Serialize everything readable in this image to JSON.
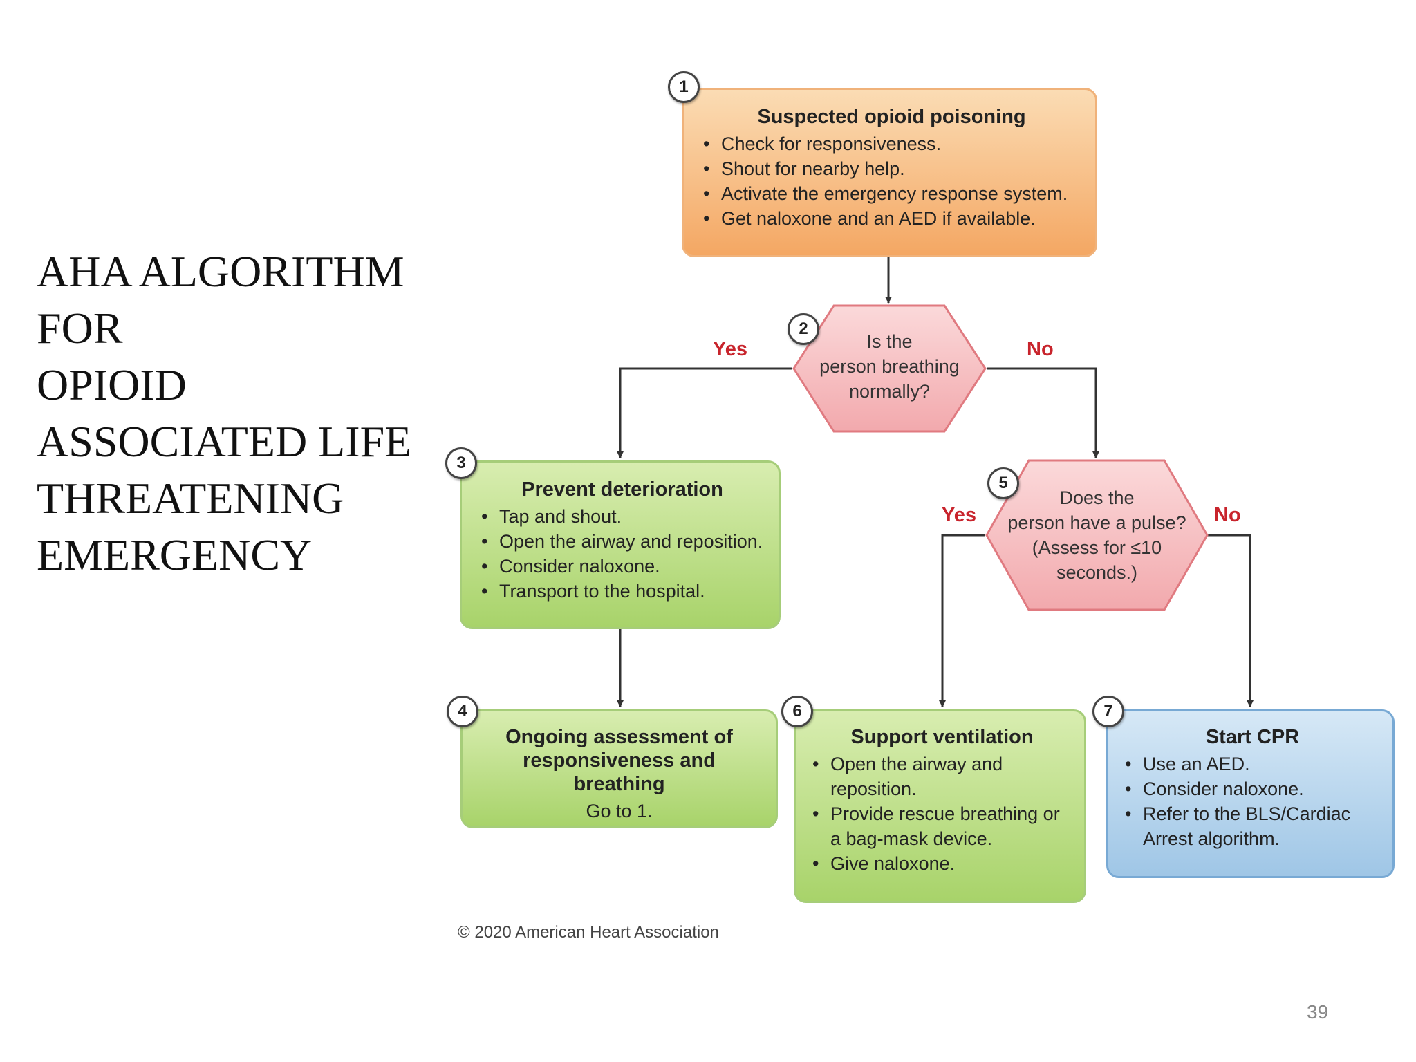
{
  "slide": {
    "title_lines": [
      "AHA ALGORITHM",
      "FOR",
      "OPIOID",
      "ASSOCIATED LIFE",
      "THREATENING",
      "EMERGENCY"
    ],
    "copyright": "© 2020 American Heart Association",
    "page_number": "39"
  },
  "colors": {
    "orange_box": "#f4a763",
    "green_box": "#a8d36a",
    "blue_box": "#9fc6e6",
    "decision_hex": "#f6c4c6",
    "yes_no_text": "#c8242c"
  },
  "flowchart": {
    "step1": {
      "number": "1",
      "title": "Suspected opioid poisoning",
      "items": [
        "Check for responsiveness.",
        "Shout for nearby help.",
        "Activate the emergency response system.",
        "Get naloxone and an AED if available."
      ]
    },
    "step2": {
      "number": "2",
      "lines": [
        "Is the",
        "person breathing",
        "normally?"
      ],
      "yes_label": "Yes",
      "no_label": "No"
    },
    "step3": {
      "number": "3",
      "title": "Prevent deterioration",
      "items": [
        "Tap and shout.",
        "Open the airway and reposition.",
        "Consider naloxone.",
        "Transport to the hospital."
      ]
    },
    "step4": {
      "number": "4",
      "title": "Ongoing assessment of responsiveness and breathing",
      "subtitle": "Go to 1."
    },
    "step5": {
      "number": "5",
      "lines": [
        "Does the",
        "person have a pulse?",
        "(Assess for ≤10",
        "seconds.)"
      ],
      "yes_label": "Yes",
      "no_label": "No"
    },
    "step6": {
      "number": "6",
      "title": "Support ventilation",
      "items": [
        "Open the airway and reposition.",
        "Provide rescue breathing or a bag-mask device.",
        "Give naloxone."
      ]
    },
    "step7": {
      "number": "7",
      "title": "Start CPR",
      "items": [
        "Use an AED.",
        "Consider naloxone.",
        "Refer to the BLS/Cardiac Arrest algorithm."
      ]
    }
  }
}
